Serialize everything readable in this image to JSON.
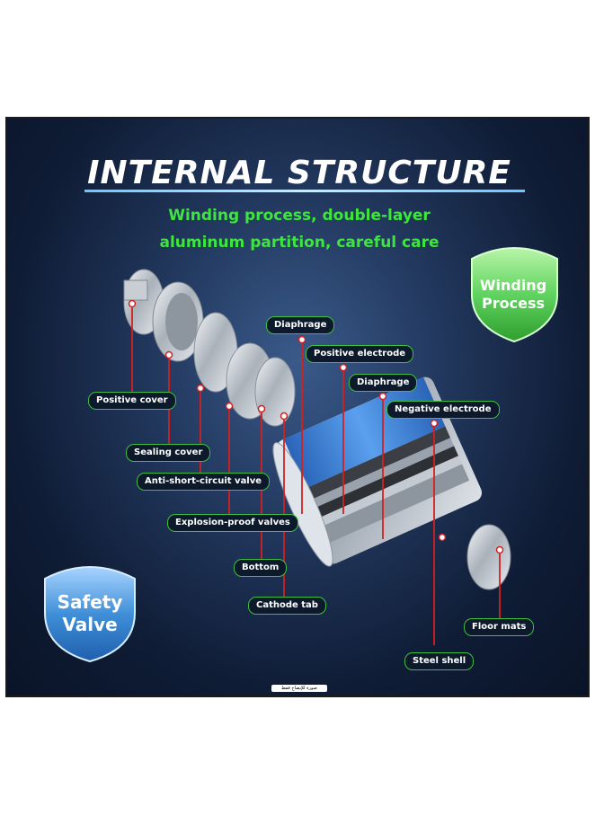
{
  "title": "INTERNAL STRUCTURE",
  "subtitle": {
    "line1": "Winding process, double-layer",
    "line2": "aluminum partition, careful care"
  },
  "badges": {
    "winding": {
      "line1": "Winding",
      "line2": "Process",
      "color": "#5fd35f"
    },
    "safety": {
      "line1": "Safety",
      "line2": "Valve",
      "color": "#3f8fd8"
    }
  },
  "labels": {
    "diaphrage_top": "Diaphrage",
    "positive_electrode": "Positive electrode",
    "diaphrage_mid": "Diaphrage",
    "negative_electrode": "Negative electrode",
    "positive_cover": "Positive cover",
    "sealing_cover": "Sealing cover",
    "anti_short_circuit_valve": "Anti-short-circuit valve",
    "explosion_proof_valves": "Explosion-proof valves",
    "bottom": "Bottom",
    "cathode_tab": "Cathode tab",
    "floor_mats": "Floor mats",
    "steel_shell": "Steel shell"
  },
  "footnote": "صورة للإيضاح فقط",
  "colors": {
    "background": "#1a2d4f",
    "title": "#ffffff",
    "subtitle": "#3ee53e",
    "label_border": "#3fbf3f",
    "leader_line": "#d42020",
    "battery_blue": "#3a7fd6"
  }
}
